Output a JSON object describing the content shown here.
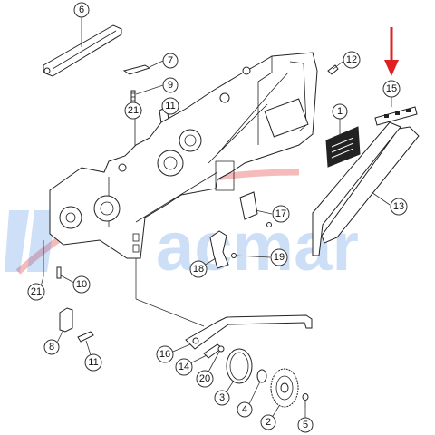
{
  "diagram": {
    "callouts": [
      {
        "id": "c1",
        "text": "1"
      },
      {
        "id": "c2",
        "text": "2"
      },
      {
        "id": "c3",
        "text": "3"
      },
      {
        "id": "c4",
        "text": "4"
      },
      {
        "id": "c5",
        "text": "5"
      },
      {
        "id": "c6",
        "text": "6"
      },
      {
        "id": "c7",
        "text": "7"
      },
      {
        "id": "c8",
        "text": "8"
      },
      {
        "id": "c9",
        "text": "9"
      },
      {
        "id": "c10",
        "text": "10"
      },
      {
        "id": "c11a",
        "text": "11"
      },
      {
        "id": "c11b",
        "text": "11"
      },
      {
        "id": "c12",
        "text": "12"
      },
      {
        "id": "c13",
        "text": "13"
      },
      {
        "id": "c14",
        "text": "14"
      },
      {
        "id": "c15",
        "text": "15"
      },
      {
        "id": "c16",
        "text": "16"
      },
      {
        "id": "c17",
        "text": "17"
      },
      {
        "id": "c18",
        "text": "18"
      },
      {
        "id": "c19",
        "text": "19"
      },
      {
        "id": "c20",
        "text": "20"
      },
      {
        "id": "c21a",
        "text": "21"
      },
      {
        "id": "c21b",
        "text": "21"
      }
    ]
  },
  "watermark": {
    "text": "acmar",
    "logo_color": "#4a90e2",
    "swoosh_color": "#e23b3b"
  },
  "highlight_arrow": {
    "color": "#e02020",
    "target": "15"
  }
}
